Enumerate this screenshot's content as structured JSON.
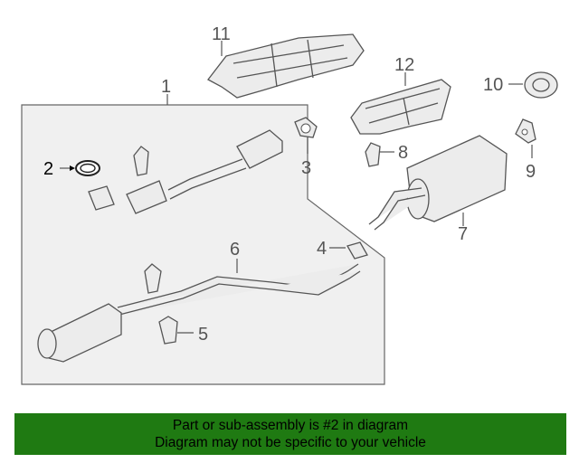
{
  "diagram": {
    "callouts": [
      "1",
      "2",
      "3",
      "4",
      "5",
      "6",
      "7",
      "8",
      "9",
      "10",
      "11",
      "12"
    ],
    "highlight_callout": "2",
    "colors": {
      "line": "#555555",
      "panel": "#f0f0f0",
      "banner": "#1f7a12"
    }
  },
  "banner": {
    "line1": "Part or sub-assembly is #2 in diagram",
    "line2": "Diagram may not be specific to your vehicle"
  }
}
